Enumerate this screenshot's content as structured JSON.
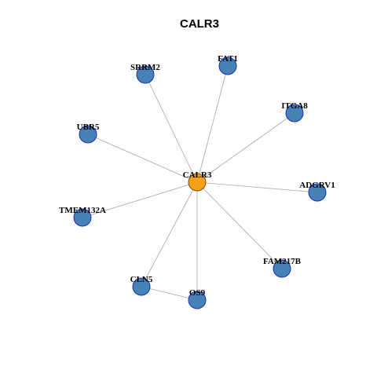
{
  "title": "CALR3",
  "colors": {
    "hub_fill": "#F7A11A",
    "node_fill": "#4682B4",
    "node_stroke": "#1C2DB8",
    "hub_stroke": "#7A4A00",
    "edge": "#A6A6A6"
  },
  "nodes": [
    {
      "id": "CALR3",
      "label": "CALR3",
      "hub": true
    },
    {
      "id": "FAT1",
      "label": "FAT1"
    },
    {
      "id": "SRRM2",
      "label": "SRRM2"
    },
    {
      "id": "ITGA8",
      "label": "ITGA8"
    },
    {
      "id": "UBR5",
      "label": "UBR5"
    },
    {
      "id": "ADGRV1",
      "label": "ADGRV1"
    },
    {
      "id": "TMEM132A",
      "label": "TMEM132A"
    },
    {
      "id": "FAM217B",
      "label": "FAM217B"
    },
    {
      "id": "CLN5",
      "label": "CLN5"
    },
    {
      "id": "OS9",
      "label": "OS9"
    }
  ],
  "edges": [
    [
      "CALR3",
      "FAT1"
    ],
    [
      "CALR3",
      "SRRM2"
    ],
    [
      "CALR3",
      "ITGA8"
    ],
    [
      "CALR3",
      "UBR5"
    ],
    [
      "CALR3",
      "ADGRV1"
    ],
    [
      "CALR3",
      "TMEM132A"
    ],
    [
      "CALR3",
      "FAM217B"
    ],
    [
      "CALR3",
      "CLN5"
    ],
    [
      "CALR3",
      "OS9"
    ],
    [
      "CLN5",
      "OS9"
    ]
  ]
}
